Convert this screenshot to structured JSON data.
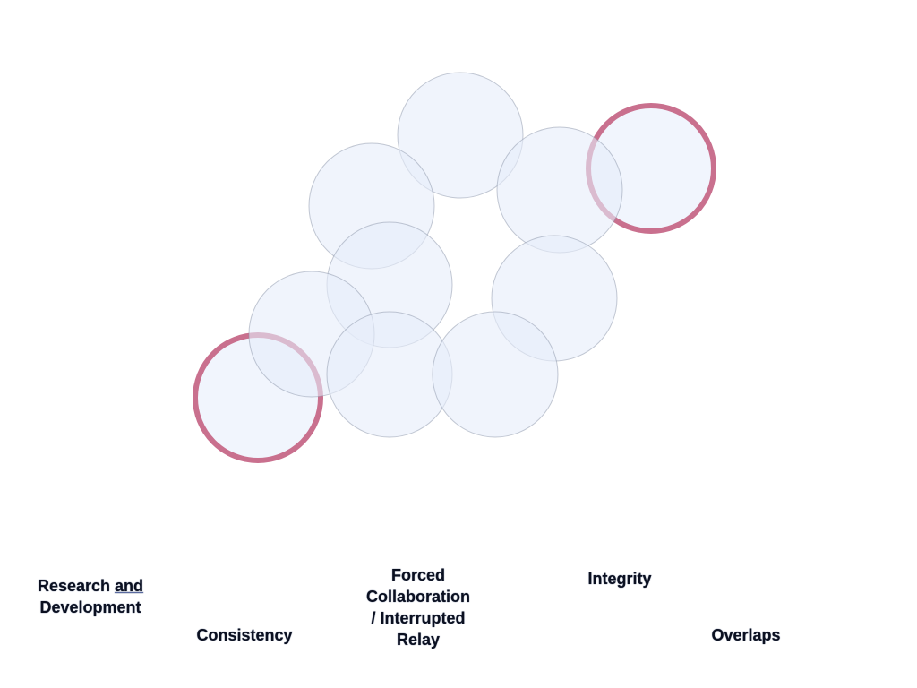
{
  "labels": {
    "research_1": "Research",
    "research_and": "and",
    "research_2": "Development",
    "consistency": "Consistency",
    "forced_1": "Forced",
    "forced_2": "Collaboration",
    "forced_3": "/ Interrupted",
    "forced_4": "Relay",
    "integrity": "Integrity",
    "overlaps": "Overlaps"
  },
  "colors": {
    "circle_fill": "#e6edfa",
    "circle_stroke": "#8a93a8",
    "highlight_ring": "#c9708e"
  }
}
